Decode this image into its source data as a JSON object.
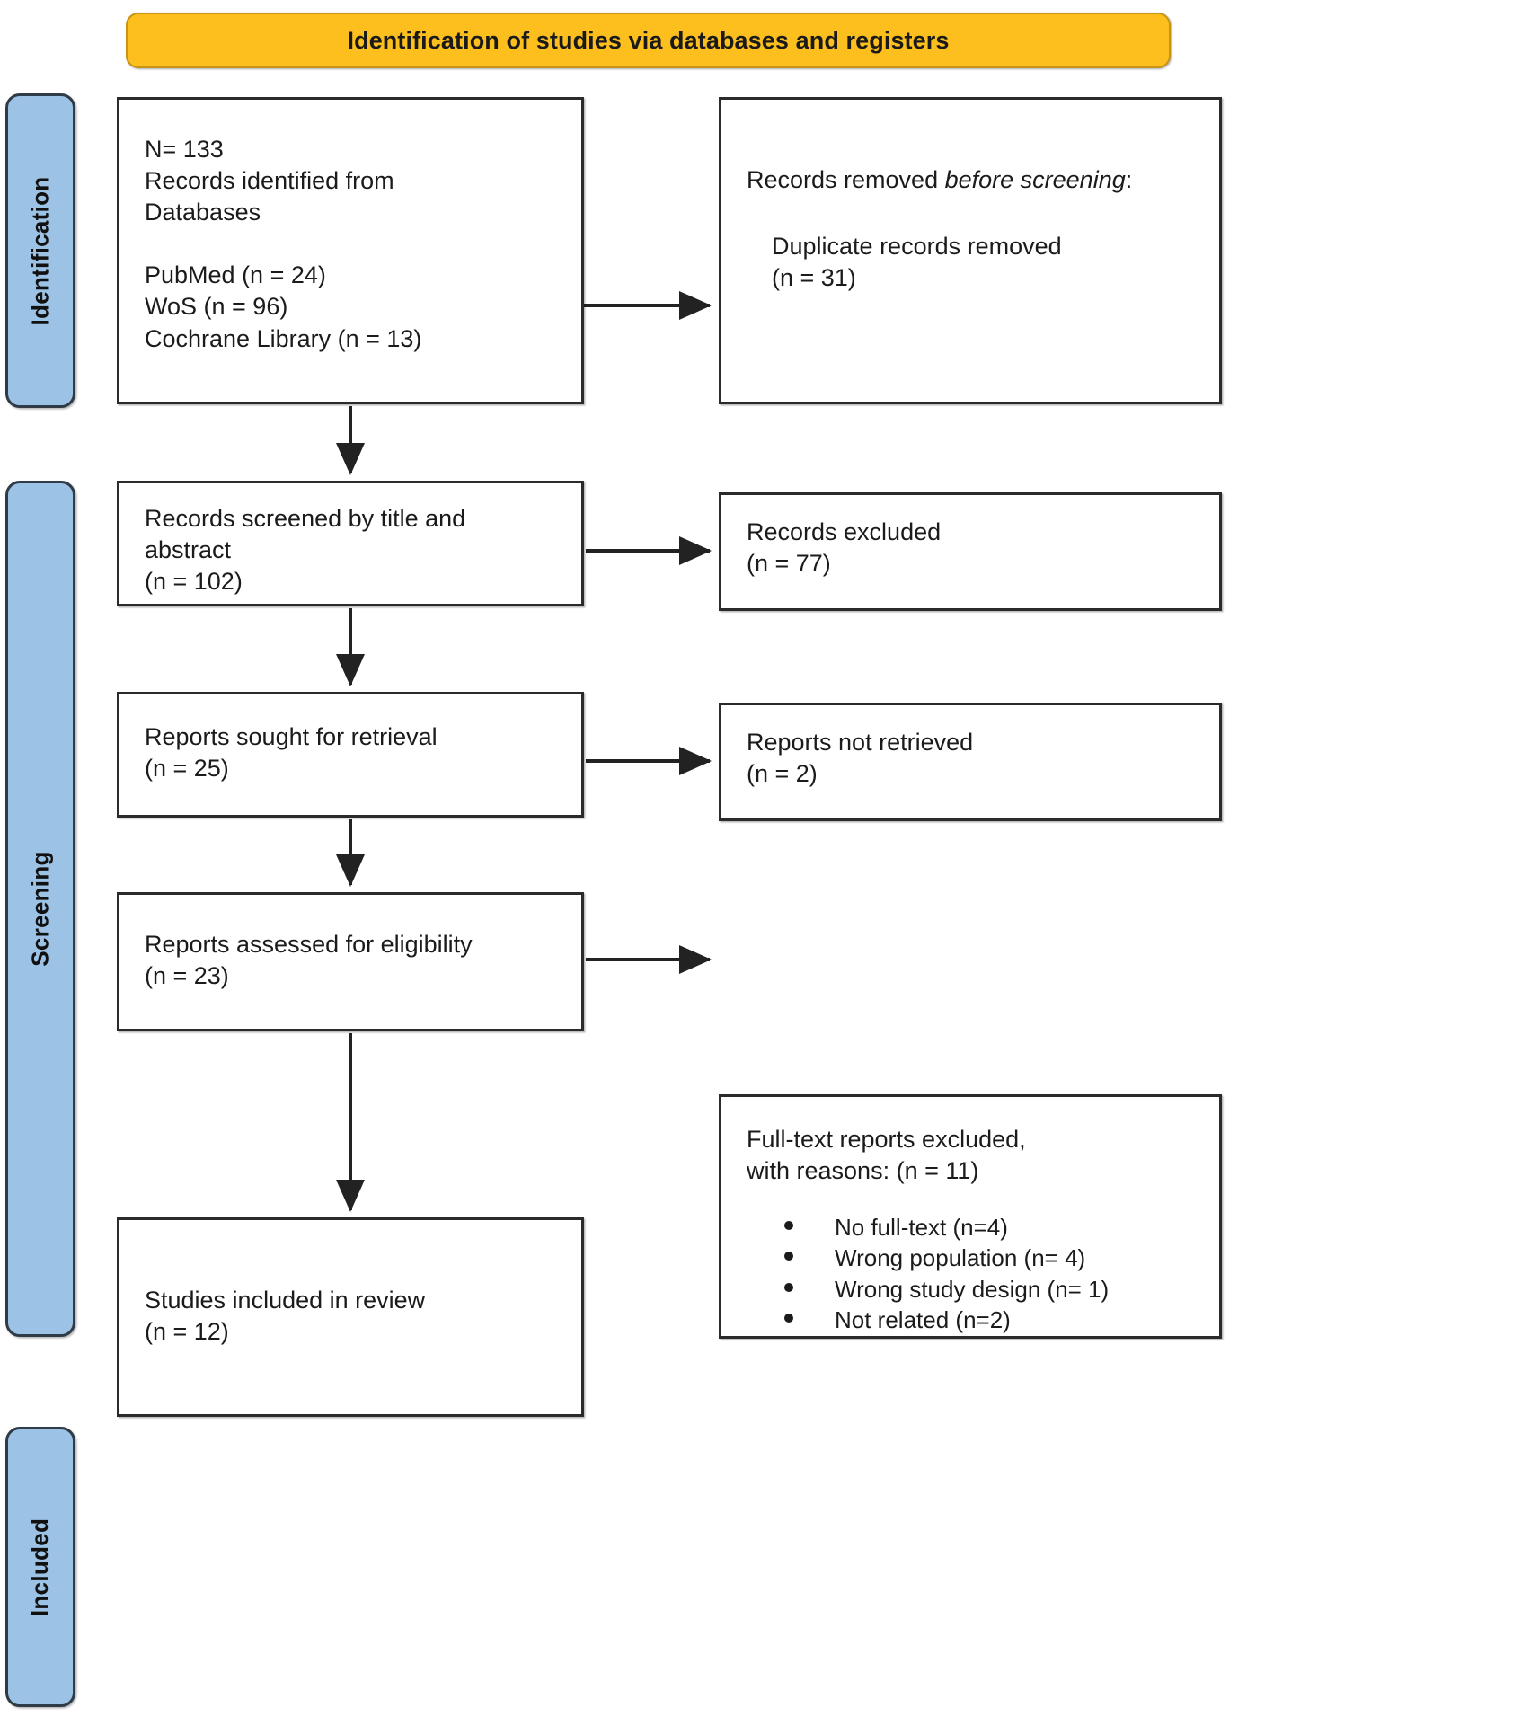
{
  "header": {
    "title": "Identification of studies via databases and registers",
    "color": "#FCBF1E"
  },
  "stages": {
    "identification": "Identification",
    "screening": "Screening",
    "included": "Included",
    "color": "#9CC3E5"
  },
  "boxes": {
    "identified": {
      "text": "N= 133\nRecords identified from\nDatabases\n\nPubMed (n = 24)\nWoS (n = 96)\nCochrane Library (n = 13)"
    },
    "removed": {
      "line_prefix": "Records removed ",
      "line_italic": "before screening",
      "line_suffix": ":",
      "detail": "Duplicate records removed\n(n = 31)"
    },
    "screened": {
      "text": "Records screened by title and\nabstract\n(n = 102)"
    },
    "records_excluded": {
      "text": "Records excluded\n(n = 77)"
    },
    "sought": {
      "text": "Reports sought for retrieval\n(n = 25)"
    },
    "not_retrieved": {
      "text": "Reports not retrieved\n(n = 2)"
    },
    "assessed": {
      "text": "Reports assessed for eligibility\n(n = 23)"
    },
    "fulltext_excluded": {
      "text": "Full-text reports excluded,\nwith reasons: (n = 11)",
      "reasons": [
        "No full-text (n=4)",
        "Wrong population (n= 4)",
        "Wrong study design (n= 1)",
        "Not related (n=2)"
      ]
    },
    "included": {
      "text": "Studies included in review\n(n = 12)"
    }
  },
  "chart_data": {
    "type": "diagram",
    "diagram_type": "PRISMA 2020 flow diagram",
    "title": "Identification of studies via databases and registers",
    "stages": [
      "Identification",
      "Screening",
      "Included"
    ],
    "nodes": [
      {
        "id": "identified",
        "stage": "Identification",
        "label": "Records identified from Databases",
        "n": 133,
        "sources": [
          {
            "name": "PubMed",
            "n": 24
          },
          {
            "name": "WoS",
            "n": 96
          },
          {
            "name": "Cochrane Library",
            "n": 13
          }
        ]
      },
      {
        "id": "removed",
        "stage": "Identification",
        "label": "Records removed before screening: Duplicate records removed",
        "n": 31
      },
      {
        "id": "screened",
        "stage": "Screening",
        "label": "Records screened by title and abstract",
        "n": 102
      },
      {
        "id": "records_excluded",
        "stage": "Screening",
        "label": "Records excluded",
        "n": 77
      },
      {
        "id": "sought",
        "stage": "Screening",
        "label": "Reports sought for retrieval",
        "n": 25
      },
      {
        "id": "not_retrieved",
        "stage": "Screening",
        "label": "Reports not retrieved",
        "n": 2
      },
      {
        "id": "assessed",
        "stage": "Screening",
        "label": "Reports assessed for eligibility",
        "n": 23
      },
      {
        "id": "fulltext_excluded",
        "stage": "Screening",
        "label": "Full-text reports excluded, with reasons",
        "n": 11,
        "reasons": [
          {
            "label": "No full-text",
            "n": 4
          },
          {
            "label": "Wrong population",
            "n": 4
          },
          {
            "label": "Wrong study design",
            "n": 1
          },
          {
            "label": "Not related",
            "n": 2
          }
        ]
      },
      {
        "id": "included",
        "stage": "Included",
        "label": "Studies included in review",
        "n": 12
      }
    ],
    "edges": [
      {
        "from": "identified",
        "to": "removed",
        "direction": "right"
      },
      {
        "from": "identified",
        "to": "screened",
        "direction": "down"
      },
      {
        "from": "screened",
        "to": "records_excluded",
        "direction": "right"
      },
      {
        "from": "screened",
        "to": "sought",
        "direction": "down"
      },
      {
        "from": "sought",
        "to": "not_retrieved",
        "direction": "right"
      },
      {
        "from": "sought",
        "to": "assessed",
        "direction": "down"
      },
      {
        "from": "assessed",
        "to": "fulltext_excluded",
        "direction": "right"
      },
      {
        "from": "assessed",
        "to": "included",
        "direction": "down"
      }
    ]
  }
}
